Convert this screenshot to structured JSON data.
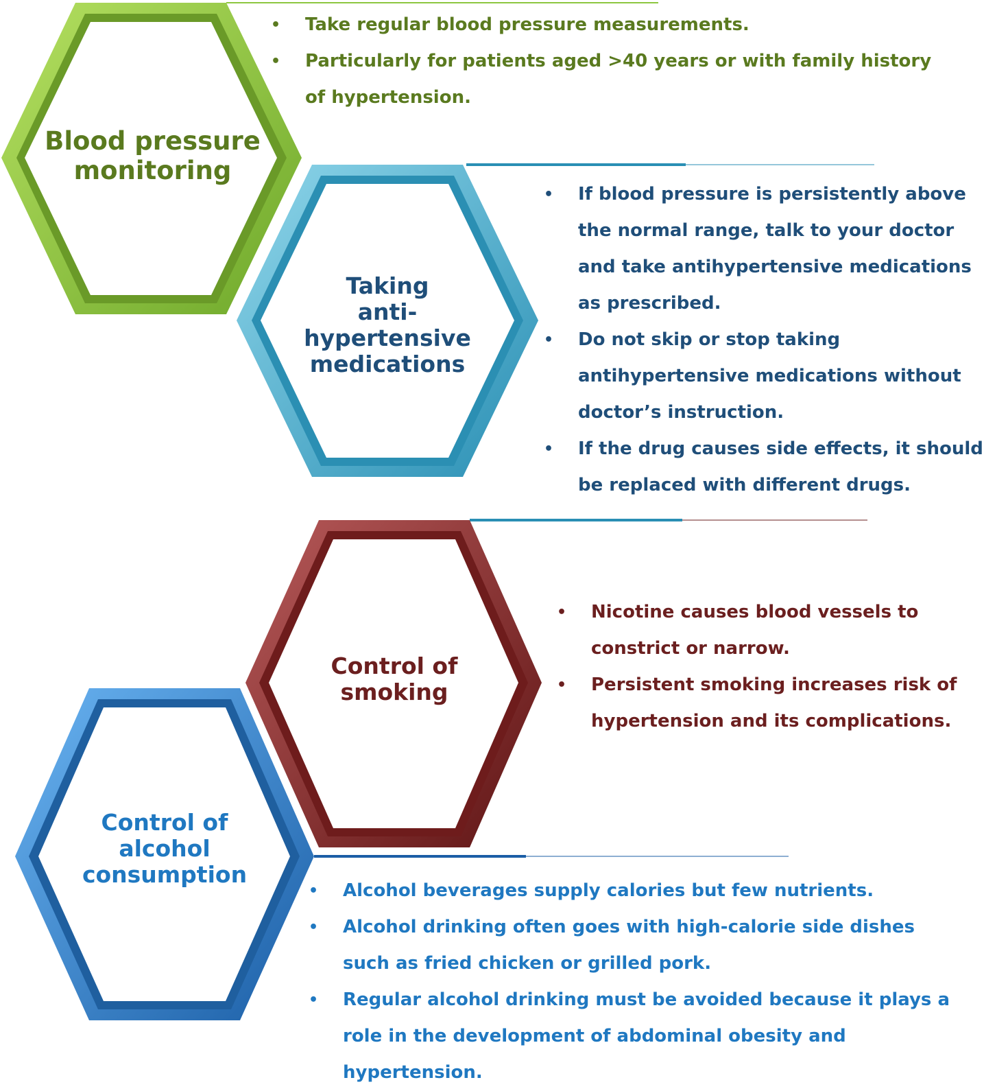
{
  "sections": [
    {
      "title": "Blood pressure monitoring",
      "bullets": [
        "Take regular blood pressure measurements.",
        "Particularly for patients aged >40 years or with family history of hypertension."
      ]
    },
    {
      "title_lines": [
        "Taking",
        "anti-hypertensive",
        "medications"
      ],
      "bullets": [
        "If blood pressure is persistently above the normal range, talk to your doctor and take antihypertensive medications as prescribed.",
        "Do not skip or stop taking antihypertensive medications without doctor’s  instruction.",
        "If the drug causes side effects, it should be replaced with different drugs."
      ]
    },
    {
      "title_lines": [
        "Control of",
        "smoking"
      ],
      "bullets": [
        "Nicotine causes blood vessels to constrict or narrow.",
        "Persistent smoking increases risk of hypertension and its complications."
      ]
    },
    {
      "title_lines": [
        "Control of",
        "alcohol",
        "consumption"
      ],
      "bullets": [
        "Alcohol beverages supply calories but few nutrients.",
        "Alcohol drinking often goes with high-calorie side dishes such as fried chicken or grilled pork.",
        "Regular  alcohol drinking must be avoided because it plays a role in the development of abdominal obesity and hypertension."
      ]
    }
  ],
  "colors": {
    "green": "#8cc63f",
    "teal": "#4bb4d3",
    "maroon": "#8b2b2b",
    "blue": "#2e86d6"
  }
}
